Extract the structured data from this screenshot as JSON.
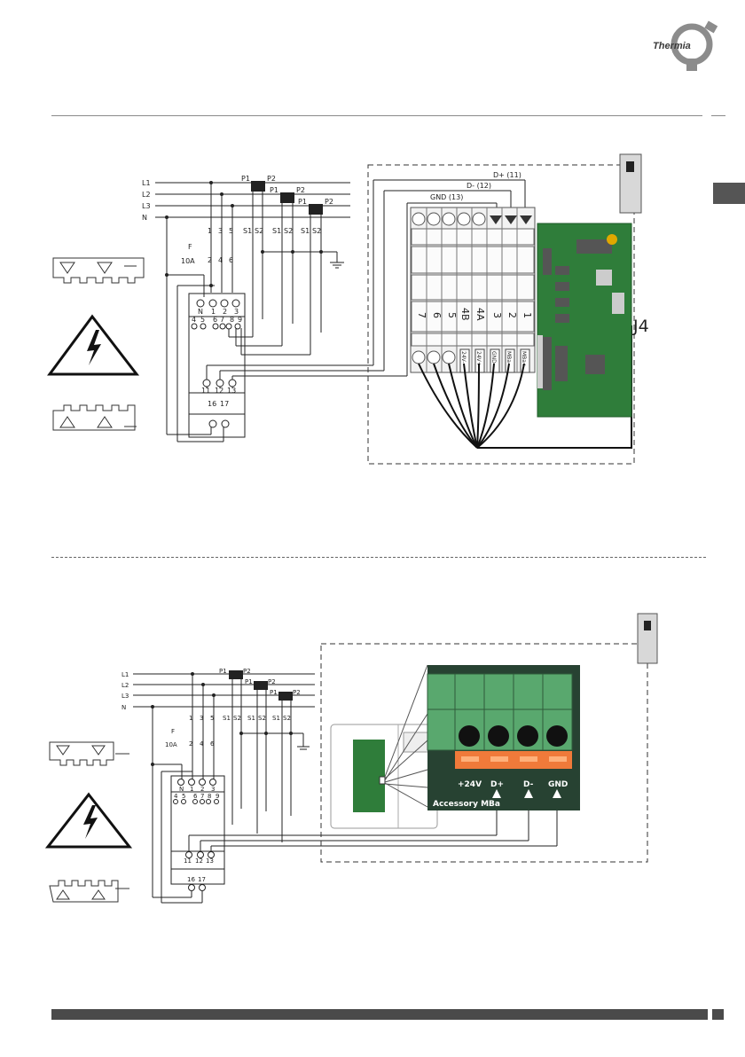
{
  "brand": {
    "logo_text": "Thermia"
  },
  "diagram1": {
    "lines": [
      "L1",
      "L2",
      "L3",
      "N"
    ],
    "ct_labels": {
      "p1": "P1",
      "p2": "P2",
      "s1": "S1",
      "s2": "S2"
    },
    "breaker": {
      "label": "F",
      "rating": "10A",
      "top_terms": [
        "1",
        "3",
        "5"
      ],
      "bot_terms": [
        "2",
        "4",
        "6"
      ]
    },
    "meter": {
      "top_terms": [
        "N",
        "1",
        "2",
        "3"
      ],
      "mid_terms": [
        "4",
        "5",
        "6",
        "7",
        "8",
        "9"
      ],
      "bus_terms": [
        "11",
        "12",
        "13"
      ],
      "aux_terms": [
        "16",
        "17"
      ]
    },
    "bus_labels": {
      "dplus": "D+ (11)",
      "dminus": "D- (12)",
      "gnd": "GND (13)"
    },
    "terminal_numbers": [
      "7",
      "6",
      "5",
      "4B",
      "4A",
      "3",
      "2",
      "1"
    ],
    "terminal_signals": [
      "24V-",
      "24V+",
      "GND",
      "MBa-",
      "MBa+"
    ],
    "connector_label": "J4"
  },
  "diagram2": {
    "lines": [
      "L1",
      "L2",
      "L3",
      "N"
    ],
    "ct_labels": {
      "p1": "P1",
      "p2": "P2",
      "s1": "S1",
      "s2": "S2"
    },
    "breaker": {
      "label": "F",
      "rating": "10A",
      "top_terms": [
        "1",
        "3",
        "5"
      ],
      "bot_terms": [
        "2",
        "4",
        "6"
      ]
    },
    "meter": {
      "top_terms": [
        "N",
        "1",
        "2",
        "3"
      ],
      "mid_terms": [
        "4",
        "5",
        "6",
        "7",
        "8",
        "9"
      ],
      "bus_terms": [
        "11",
        "12",
        "13"
      ],
      "aux_terms": [
        "16",
        "17"
      ]
    },
    "terminal_block": {
      "labels": [
        "+24V",
        "D+",
        "D-",
        "GND"
      ],
      "caption": "Accessory MBa"
    }
  },
  "colors": {
    "pcb_green": "#2f7d3a",
    "block_dark": "#274232",
    "terminal_green": "#59a86e",
    "terminal_orange": "#f07a3a"
  }
}
